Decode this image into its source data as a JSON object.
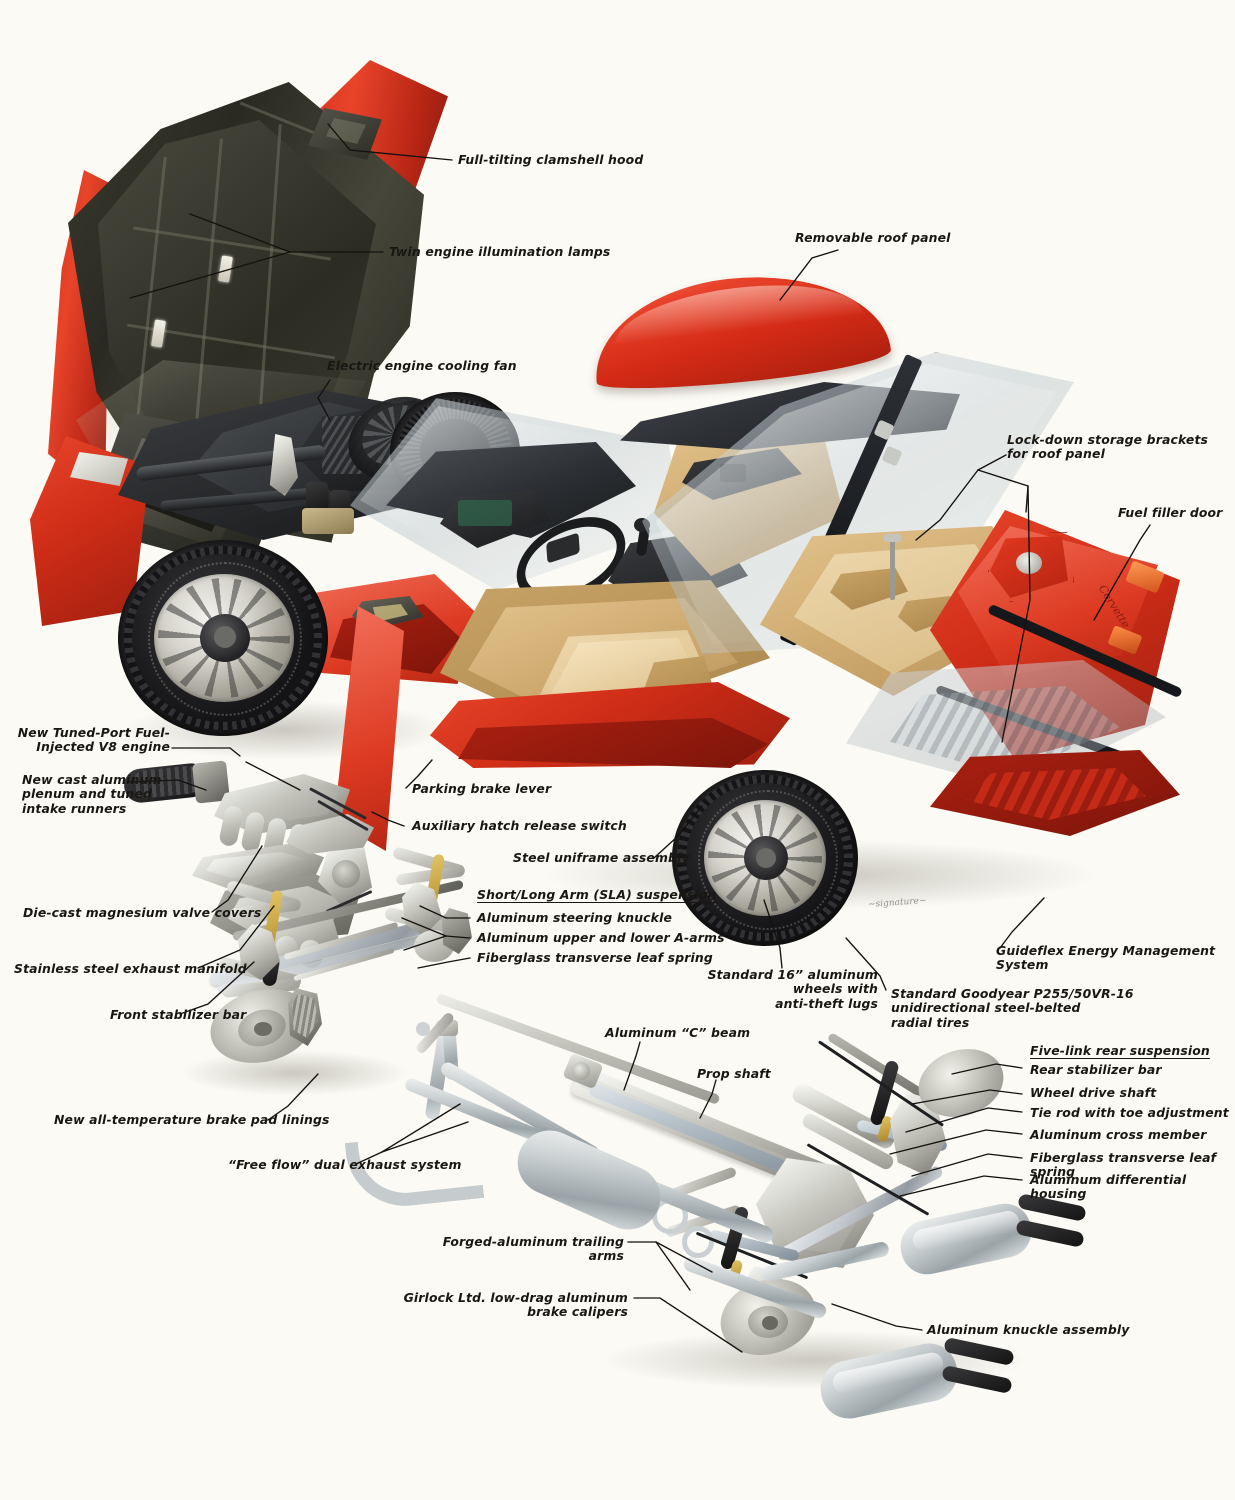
{
  "illustration": {
    "title": "Corvette cutaway technical illustration",
    "subject": "Chevrolet Corvette coupe exploded / cutaway view",
    "background_color": "#fbfaf4",
    "body_color": "#d22d18",
    "interior_color": "#cfab71",
    "signature": "artist signature"
  },
  "labels": {
    "hood": "Full-tilting clamshell hood",
    "lamps": "Twin engine illumination lamps",
    "fan": "Electric engine cooling fan",
    "roof_panel": "Removable roof panel",
    "lockdown": "Lock-down storage brackets\nfor roof panel",
    "fuel_door": "Fuel filler door",
    "engine": "New Tuned-Port Fuel-\nInjected V8 engine",
    "plenum": "New cast aluminum\nplenum and tuned\nintake runners",
    "valve_covers": "Die-cast magnesium valve covers",
    "exhaust_manifold": "Stainless steel exhaust manifold",
    "front_stabilizer": "Front stabilizer bar",
    "brake_pads": "New all-temperature brake pad linings",
    "free_flow": "“Free flow” dual exhaust system",
    "parking_brake": "Parking brake lever",
    "hatch_release": "Auxiliary hatch release switch",
    "uniframe": "Steel uniframe assembly",
    "sla_heading": "Short/Long Arm (SLA) suspension",
    "steering_knuckle": "Aluminum steering knuckle",
    "a_arms": "Aluminum upper and lower A-arms",
    "front_leaf": "Fiberglass transverse leaf spring",
    "wheels": "Standard 16” aluminum wheels with\nanti-theft lugs",
    "tires": "Standard Goodyear P255/50VR-16\nunidirectional steel-belted\nradial tires",
    "guideflex": "Guideflex Energy Management\nSystem",
    "c_beam": "Aluminum “C” beam",
    "prop_shaft": "Prop shaft",
    "five_link_heading": "Five-link rear suspension",
    "rear_stabilizer": "Rear stabilizer bar",
    "drive_shaft": "Wheel drive shaft",
    "tie_rod": "Tie rod with toe adjustment",
    "cross_member": "Aluminum cross member",
    "rear_leaf": "Fiberglass transverse leaf spring",
    "differential": "Aluminum differential housing",
    "trailing_arms": "Forged-aluminum trailing arms",
    "calipers": "Girlock Ltd. low-drag aluminum brake calipers",
    "knuckle": "Aluminum knuckle assembly"
  }
}
